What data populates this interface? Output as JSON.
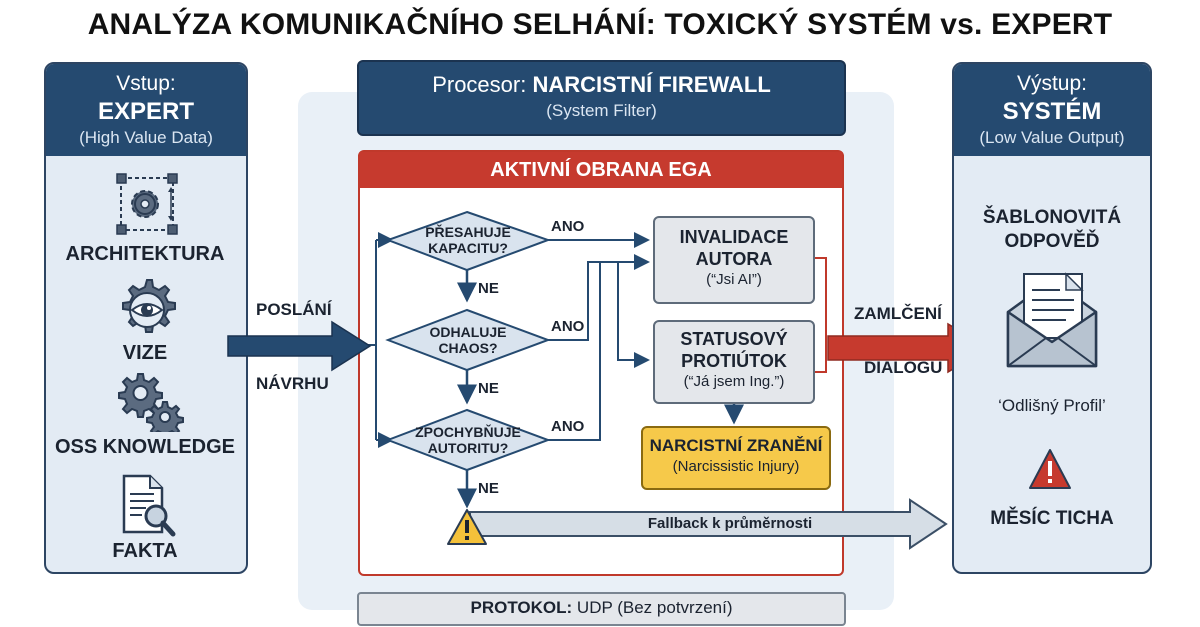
{
  "title": "ANALÝZA KOMUNIKAČNÍHO SELHÁNÍ: TOXICKÝ SYSTÉM vs. EXPERT",
  "input_panel": {
    "line1": "Vstup:",
    "line2": "EXPERT",
    "line3": "(High Value Data)",
    "items": [
      {
        "label": "ARCHITEKTURA",
        "icon": "architecture-gear-icon"
      },
      {
        "label": "VIZE",
        "icon": "eye-gear-icon"
      },
      {
        "label": "OSS KNOWLEDGE",
        "icon": "gears-icon"
      },
      {
        "label": "FAKTA",
        "icon": "document-search-icon"
      }
    ]
  },
  "send_arrow": {
    "top": "POSLÁNÍ",
    "bottom": "NÁVRHU"
  },
  "processor": {
    "label_prefix": "Procesor:",
    "label_bold": "NARCISTNÍ FIREWALL",
    "subtitle": "(System Filter)"
  },
  "defense": {
    "header": "AKTIVNÍ OBRANA EGA",
    "decisions": [
      {
        "line1": "PŘESAHUJE",
        "line2": "KAPACITU?",
        "yes": "ANO",
        "no": "NE"
      },
      {
        "line1": "ODHALUJE",
        "line2": "CHAOS?",
        "yes": "ANO",
        "no": "NE"
      },
      {
        "line1": "ZPOCHYBŇUJE",
        "line2": "AUTORITU?",
        "yes": "ANO",
        "no": "NE"
      }
    ],
    "invalidation": {
      "line1": "INVALIDACE",
      "line2": "AUTORA",
      "quote": "(“Jsi AI”)"
    },
    "counter": {
      "line1": "STATUSOVÝ",
      "line2": "PROTIÚTOK",
      "quote": "(“Já jsem Ing.”)"
    },
    "injury": {
      "line1": "NARCISTNÍ ZRANĚNÍ",
      "line2": "(Narcissistic Injury)"
    },
    "fallback": "Fallback k průměrnosti"
  },
  "protocol": {
    "label": "PROTOKOL:",
    "value": "UDP (Bez potvrzení)"
  },
  "silence_arrow": {
    "top": "ZAMLČENÍ",
    "bottom": "DIALOGU"
  },
  "output_panel": {
    "line1": "Výstup:",
    "line2": "SYSTÉM",
    "line3": "(Low Value Output)",
    "template_line1": "ŠABLONOVITÁ",
    "template_line2": "ODPOVĚĎ",
    "profile": "‘Odlišný Profil’",
    "silence": "MĚSÍC TICHA"
  },
  "colors": {
    "navy": "#254a70",
    "red": "#c63a2e",
    "yellow": "#f6c94a",
    "panel": "#e3ebf4"
  }
}
